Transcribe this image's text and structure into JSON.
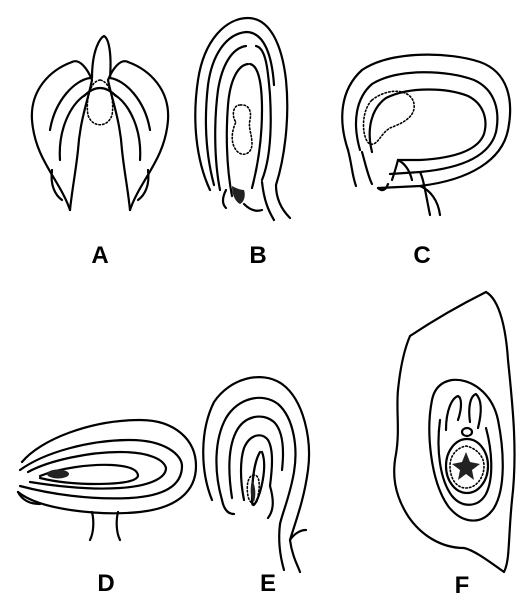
{
  "figure": {
    "panels": [
      {
        "id": "A",
        "label": "A"
      },
      {
        "id": "B",
        "label": "B"
      },
      {
        "id": "C",
        "label": "C"
      },
      {
        "id": "D",
        "label": "D"
      },
      {
        "id": "E",
        "label": "E"
      },
      {
        "id": "F",
        "label": "F"
      }
    ]
  },
  "colors": {
    "ink": "#000000",
    "background": "#ffffff"
  }
}
